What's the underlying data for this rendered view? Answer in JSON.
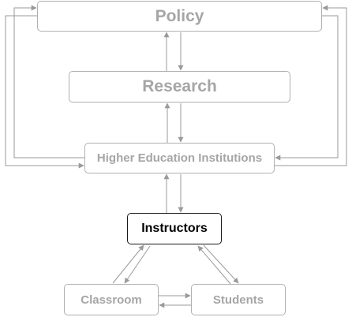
{
  "nodes": {
    "policy": "Policy",
    "research": "Research",
    "hei": "Higher Education Institutions",
    "instructors": "Instructors",
    "classroom": "Classroom",
    "students": "Students"
  },
  "colors": {
    "faded_border": "#b0b0b0",
    "faded_text": "#a6a6a6",
    "focus_border": "#1a1a1a",
    "focus_text": "#000000",
    "arrow": "#9a9a9a"
  }
}
